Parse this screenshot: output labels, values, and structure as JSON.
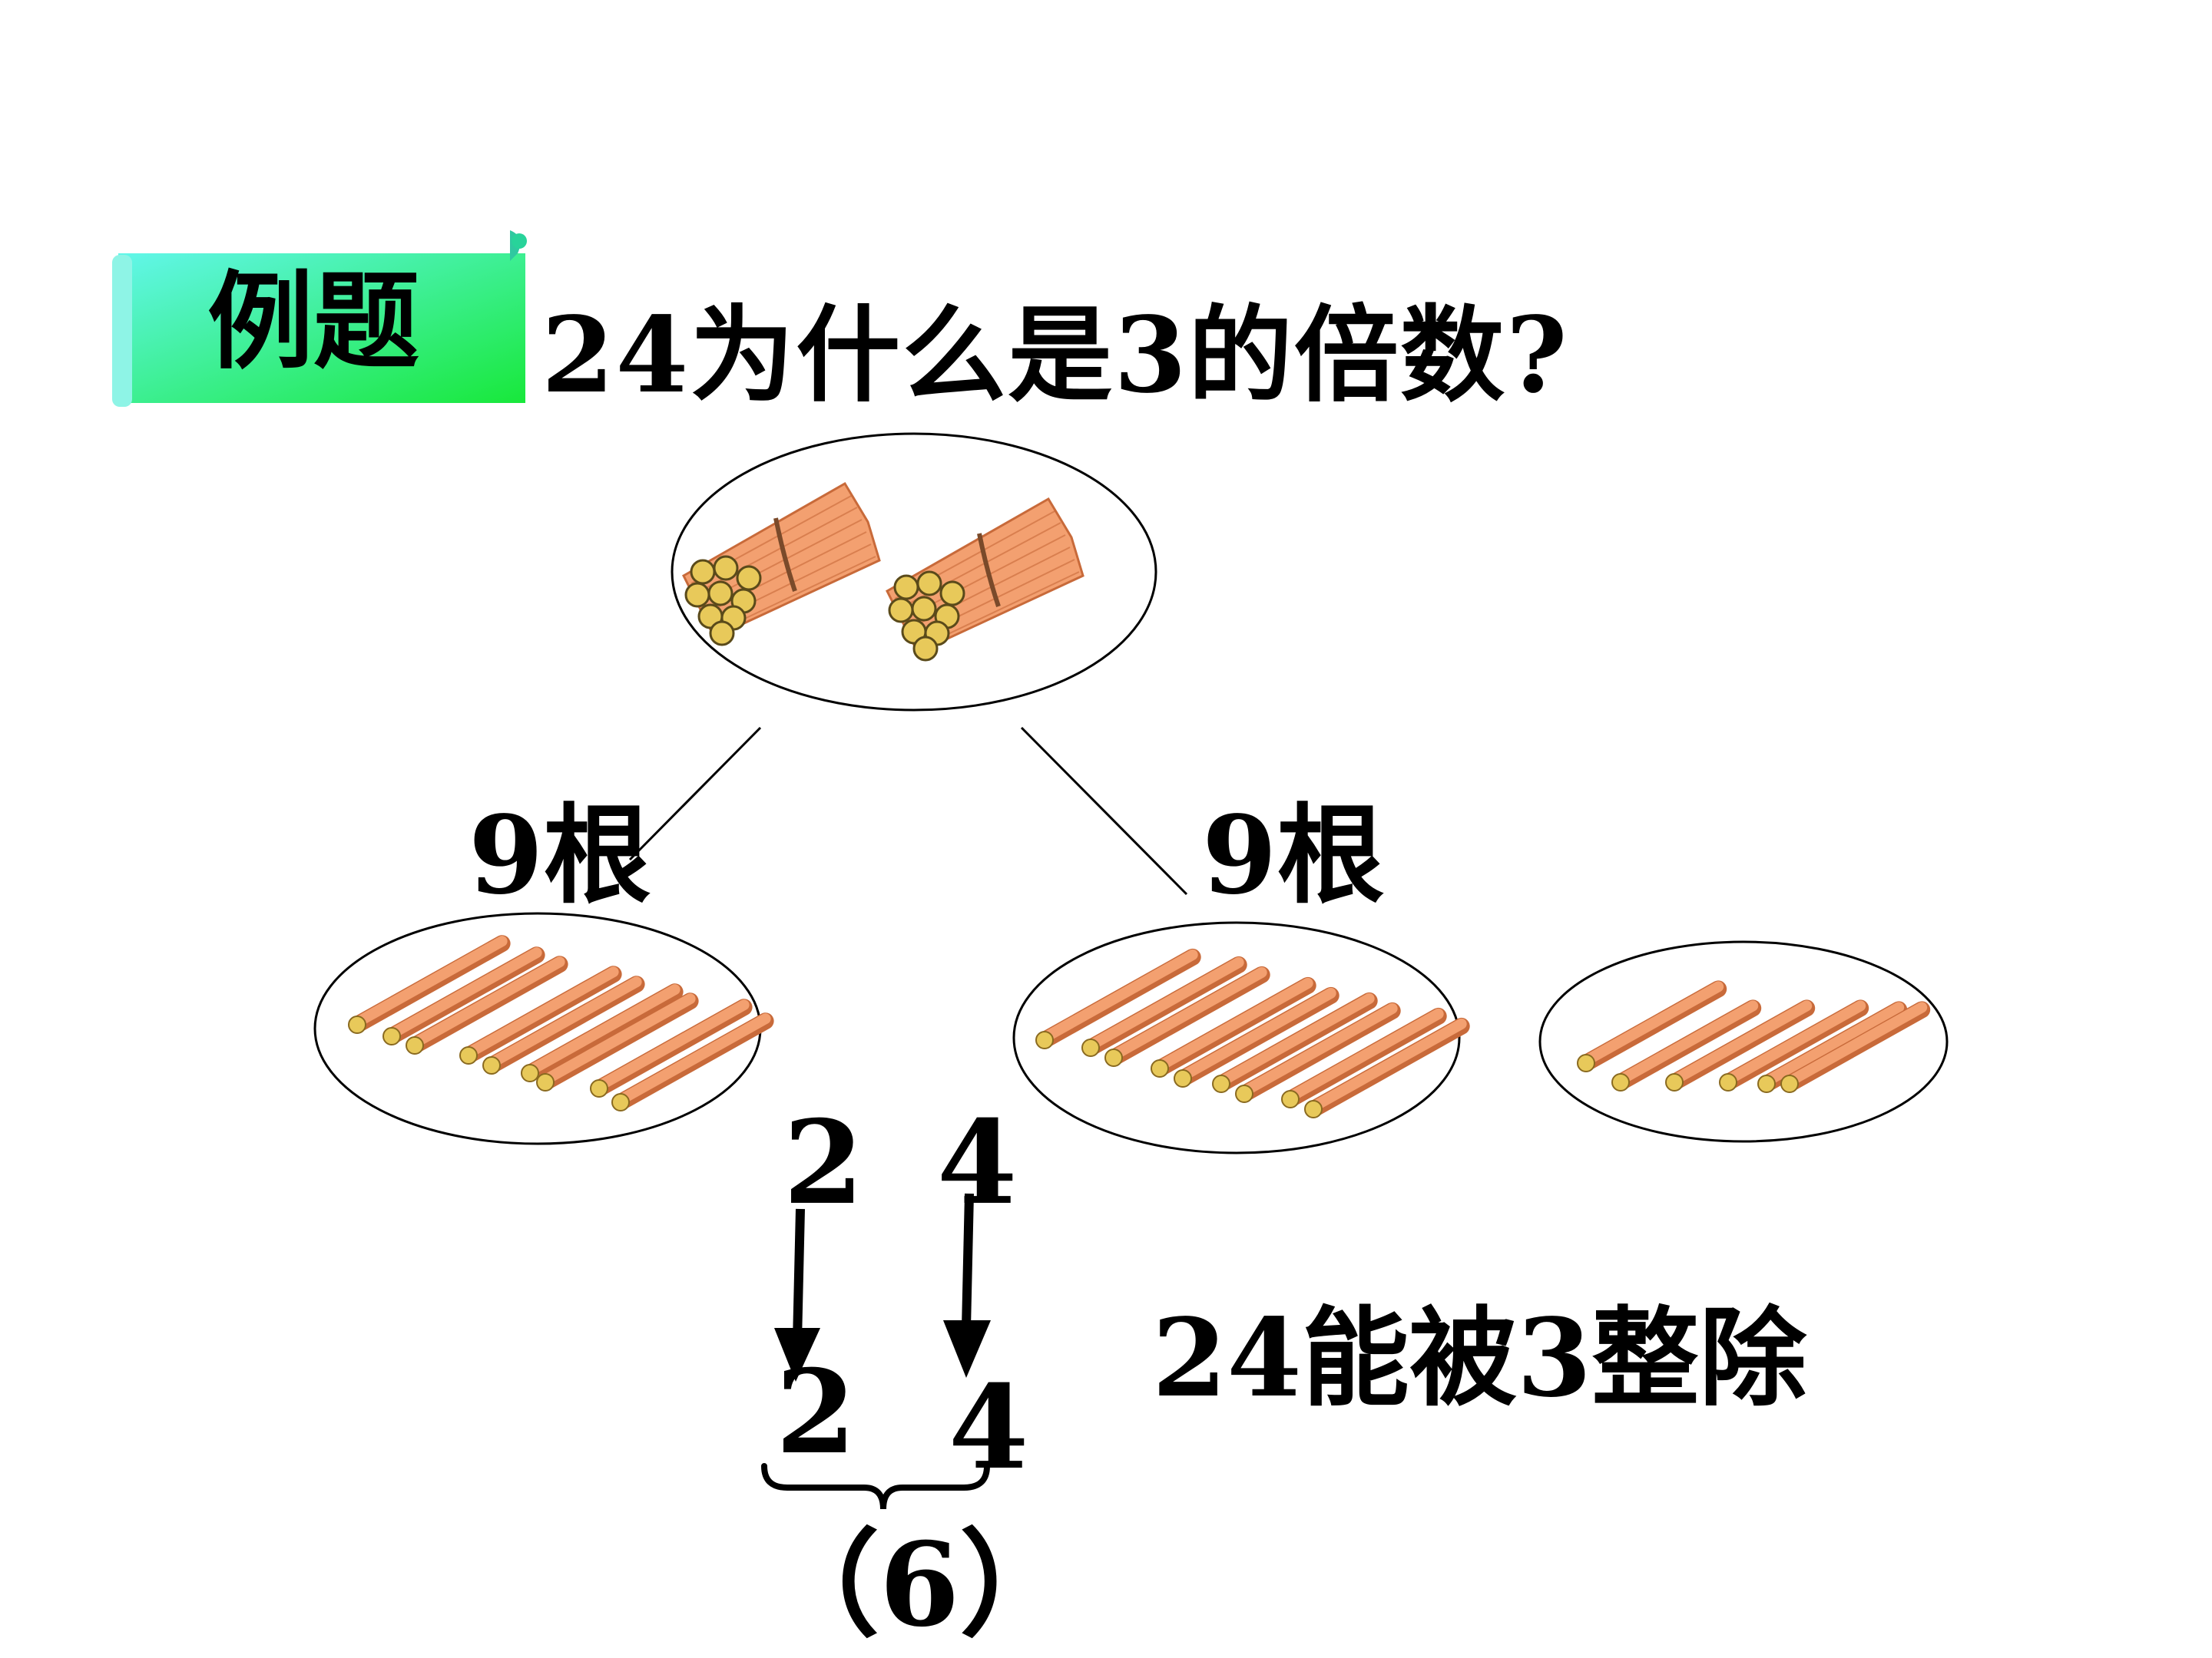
{
  "badge": {
    "label": "例题",
    "colors": {
      "start": "#62f6ea",
      "end": "#18e83a"
    }
  },
  "question": "24为什么是3的倍数?",
  "groups": {
    "left_label": "9根",
    "right_label": "9根",
    "bundles": 2,
    "left_sticks": 9,
    "middle_sticks": 9,
    "right_sticks": 6
  },
  "digits": {
    "top_tens": "2",
    "top_ones": "4",
    "bottom_tens": "2",
    "bottom_ones": "4",
    "sum": "（6）"
  },
  "conclusion": "24能被3整除",
  "colors": {
    "stick": "#f3a070",
    "stick_dark": "#c86a3a",
    "stick_end": "#e8c95a",
    "ink": "#000000"
  }
}
